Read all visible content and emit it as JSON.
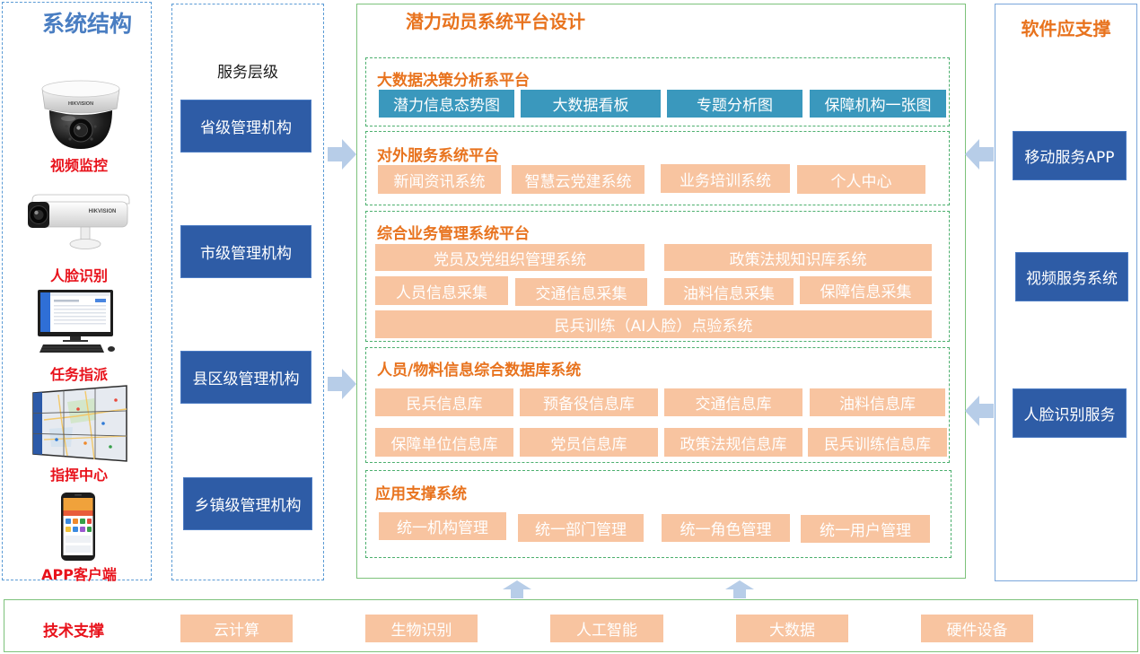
{
  "left_panel": {
    "title": "系统结构",
    "camera_brand": "HIKVISION",
    "devices": [
      {
        "label": "视频监控",
        "icon": "dome-camera-icon"
      },
      {
        "label": "人脸识别",
        "icon": "bullet-camera-icon"
      },
      {
        "label": "任务指派",
        "icon": "desktop-computer-icon"
      },
      {
        "label": "指挥中心",
        "icon": "video-wall-icon"
      },
      {
        "label": "APP客户端",
        "icon": "smartphone-icon"
      }
    ]
  },
  "service_levels": {
    "title": "服务层级",
    "items": [
      "省级管理机构",
      "市级管理机构",
      "县区级管理机构",
      "乡镇级管理机构"
    ]
  },
  "platform": {
    "title": "潜力动员系统平台设计",
    "sections": [
      {
        "title": "大数据决策分析系平台",
        "items": [
          "潜力信息态势图",
          "大数据看板",
          "专题分析图",
          "保障机构一张图"
        ]
      },
      {
        "title": "对外服务系统平台",
        "items": [
          "新闻资讯系统",
          "智慧云党建系统",
          "业务培训系统",
          "个人中心"
        ]
      },
      {
        "title": "综合业务管理系统平台",
        "items": [
          "党员及党组织管理系统",
          "政策法规知识库系统",
          "人员信息采集",
          "交通信息采集",
          "油料信息采集",
          "保障信息采集",
          "民兵训练（AI人脸）点验系统"
        ]
      },
      {
        "title": "人员/物料信息综合数据库系统",
        "items": [
          "民兵信息库",
          "预备役信息库",
          "交通信息库",
          "油料信息库",
          "保障单位信息库",
          "党员信息库",
          "政策法规信息库",
          "民兵训练信息库"
        ]
      },
      {
        "title": "应用支撑系统",
        "items": [
          "统一机构管理",
          "统一部门管理",
          "统一角色管理",
          "统一用户管理"
        ]
      }
    ]
  },
  "software_support": {
    "title": "软件应支撑",
    "items": [
      "移动服务APP",
      "视频服务系统",
      "人脸识别服务"
    ]
  },
  "tech_support": {
    "title": "技术支撑",
    "items": [
      "云计算",
      "生物识别",
      "人工智能",
      "大数据",
      "硬件设备"
    ]
  },
  "arrow_icons": {
    "to_platform": "right-arrow-icon",
    "from_software_support": "left-arrow-icon",
    "from_tech_support": "up-arrow-icon"
  },
  "colors": {
    "level_box": "#2E5CA6",
    "teal_box": "#3A98BD",
    "peach_box": "#F8C4A0",
    "orange_title": "#E8731E",
    "red_label": "#E8121B",
    "blue_title": "#4A7EC2",
    "green_border": "#7DC27B",
    "dashed_green": "#4CAF6E",
    "dashed_blue": "#5B9BD5",
    "right_panel_border": "#7AA6DB",
    "arrow": "#B7CDE8"
  }
}
